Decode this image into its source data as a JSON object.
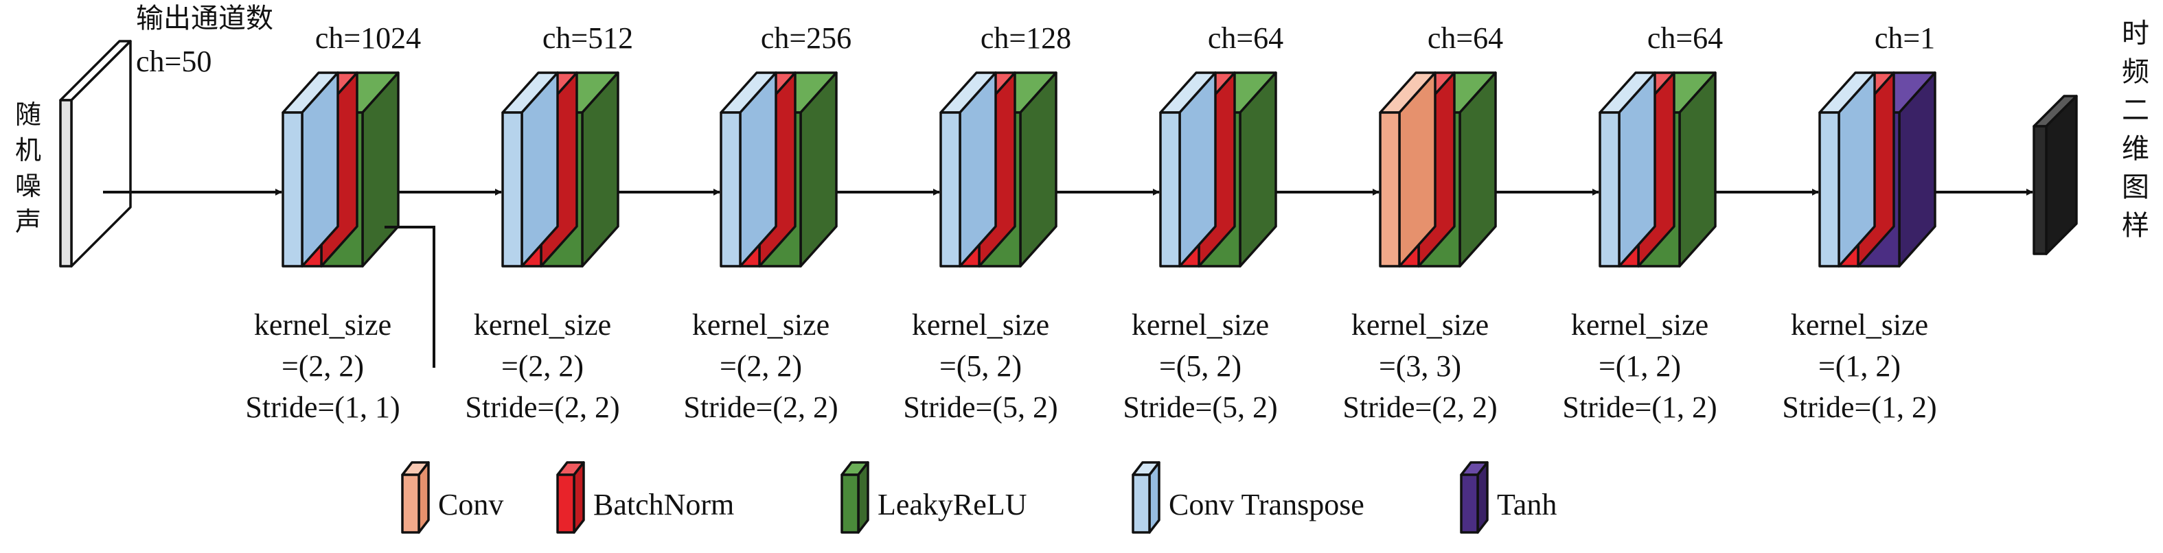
{
  "input": {
    "vertical_label": [
      "随",
      "机",
      "噪",
      "声"
    ],
    "caption": "输出通道数",
    "channels": "ch=50"
  },
  "output": {
    "vertical_label": [
      "时",
      "频",
      "二",
      "维",
      "图",
      "样"
    ]
  },
  "blocks": [
    {
      "channels": "ch=1024",
      "layers": [
        "conv_transpose",
        "batchnorm",
        "leakyrelu"
      ],
      "kernel_label": "kernel_size",
      "kernel_value": "=(2, 2)",
      "stride": "Stride=(1, 1)"
    },
    {
      "channels": "ch=512",
      "layers": [
        "conv_transpose",
        "batchnorm",
        "leakyrelu"
      ],
      "kernel_label": "kernel_size",
      "kernel_value": "=(2, 2)",
      "stride": "Stride=(2, 2)"
    },
    {
      "channels": "ch=256",
      "layers": [
        "conv_transpose",
        "batchnorm",
        "leakyrelu"
      ],
      "kernel_label": "kernel_size",
      "kernel_value": "=(2, 2)",
      "stride": "Stride=(2, 2)"
    },
    {
      "channels": "ch=128",
      "layers": [
        "conv_transpose",
        "batchnorm",
        "leakyrelu"
      ],
      "kernel_label": "kernel_size",
      "kernel_value": "=(5, 2)",
      "stride": "Stride=(5, 2)"
    },
    {
      "channels": "ch=64",
      "layers": [
        "conv_transpose",
        "batchnorm",
        "leakyrelu"
      ],
      "kernel_label": "kernel_size",
      "kernel_value": "=(5, 2)",
      "stride": "Stride=(5, 2)"
    },
    {
      "channels": "ch=64",
      "layers": [
        "conv",
        "batchnorm",
        "leakyrelu"
      ],
      "kernel_label": "kernel_size",
      "kernel_value": "=(3, 3)",
      "stride": "Stride=(2, 2)"
    },
    {
      "channels": "ch=64",
      "layers": [
        "conv_transpose",
        "batchnorm",
        "leakyrelu"
      ],
      "kernel_label": "kernel_size",
      "kernel_value": "=(1, 2)",
      "stride": "Stride=(1, 2)"
    },
    {
      "channels": "ch=1",
      "layers": [
        "conv_transpose",
        "batchnorm",
        "tanh"
      ],
      "kernel_label": "kernel_size",
      "kernel_value": "=(1, 2)",
      "stride": "Stride=(1, 2)"
    }
  ],
  "legend": [
    {
      "key": "conv",
      "label": "Conv"
    },
    {
      "key": "batchnorm",
      "label": "BatchNorm"
    },
    {
      "key": "leakyrelu",
      "label": "LeakyReLU"
    },
    {
      "key": "conv_transpose",
      "label": "Conv Transpose"
    },
    {
      "key": "tanh",
      "label": "Tanh"
    }
  ],
  "colors": {
    "conv": {
      "front": "#F2A98A",
      "side": "#E6916D",
      "top": "#F8C9B3"
    },
    "batchnorm": {
      "front": "#E8232A",
      "side": "#C21B20",
      "top": "#F05A5F"
    },
    "leakyrelu": {
      "front": "#4A8A3A",
      "side": "#3B6A2C",
      "top": "#6BAE57"
    },
    "conv_transpose": {
      "front": "#B6D3EC",
      "side": "#96BCE0",
      "top": "#D3E6F5"
    },
    "tanh": {
      "front": "#4B2E83",
      "side": "#3A2266",
      "top": "#6A4BA6"
    },
    "input_slab": {
      "front": "#E3E3E3",
      "side": "#FFFFFF",
      "top": "#FFFFFF"
    },
    "output_slab": {
      "front": "#2B2B2B",
      "side": "#1A1A1A",
      "top": "#5A5A5A"
    }
  }
}
